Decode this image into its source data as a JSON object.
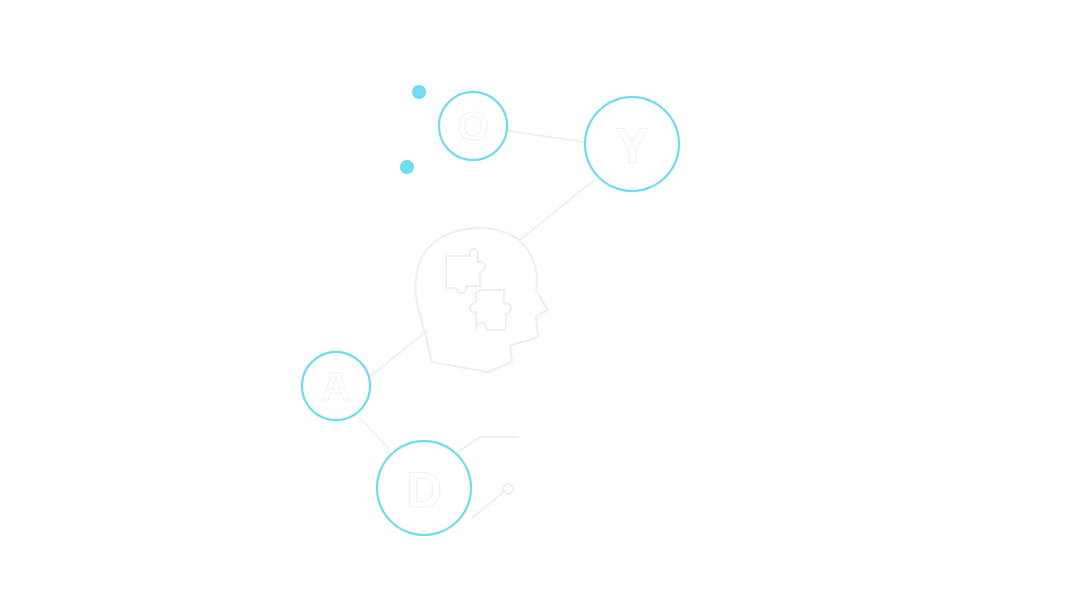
{
  "diagram": {
    "accent_color": "#6fdcf0",
    "faint_color": "#f0f0f0",
    "center_icon": "head-puzzle-icon",
    "nodes": [
      {
        "id": "o",
        "letter": "O"
      },
      {
        "id": "y",
        "letter": "Y"
      },
      {
        "id": "a",
        "letter": "A"
      },
      {
        "id": "d",
        "letter": "D"
      }
    ]
  }
}
